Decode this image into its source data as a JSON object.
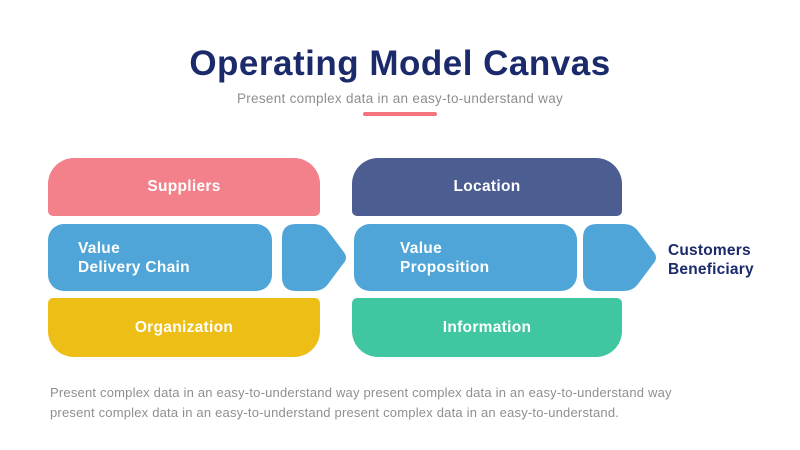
{
  "header": {
    "title": "Operating Model Canvas",
    "subtitle": "Present complex data in an easy-to-understand way"
  },
  "diagram": {
    "suppliers": {
      "label": "Suppliers"
    },
    "location": {
      "label": "Location"
    },
    "value_delivery_chain": {
      "line1": "Value",
      "line2": "Delivery Chain"
    },
    "value_proposition": {
      "line1": "Value",
      "line2": "Proposition"
    },
    "organization": {
      "label": "Organization"
    },
    "information": {
      "label": "Information"
    },
    "customers_beneficiary": {
      "line1": "Customers",
      "line2": "Beneficiary"
    }
  },
  "footer": {
    "line1": "Present complex data in an easy-to-understand way present complex data in an easy-to-understand way",
    "line2": "present complex data in an easy-to-understand present complex data in an easy-to-understand."
  },
  "colors": {
    "title_navy": "#1B2A6B",
    "pink": "#F3818B",
    "navy": "#4C5D92",
    "blue": "#4FA5D8",
    "yellow": "#EDBE16",
    "teal": "#40C7A2",
    "accent_underline": "#F3737F",
    "gray_text": "#8E8E8E",
    "box_text": "#FFFFFF"
  }
}
